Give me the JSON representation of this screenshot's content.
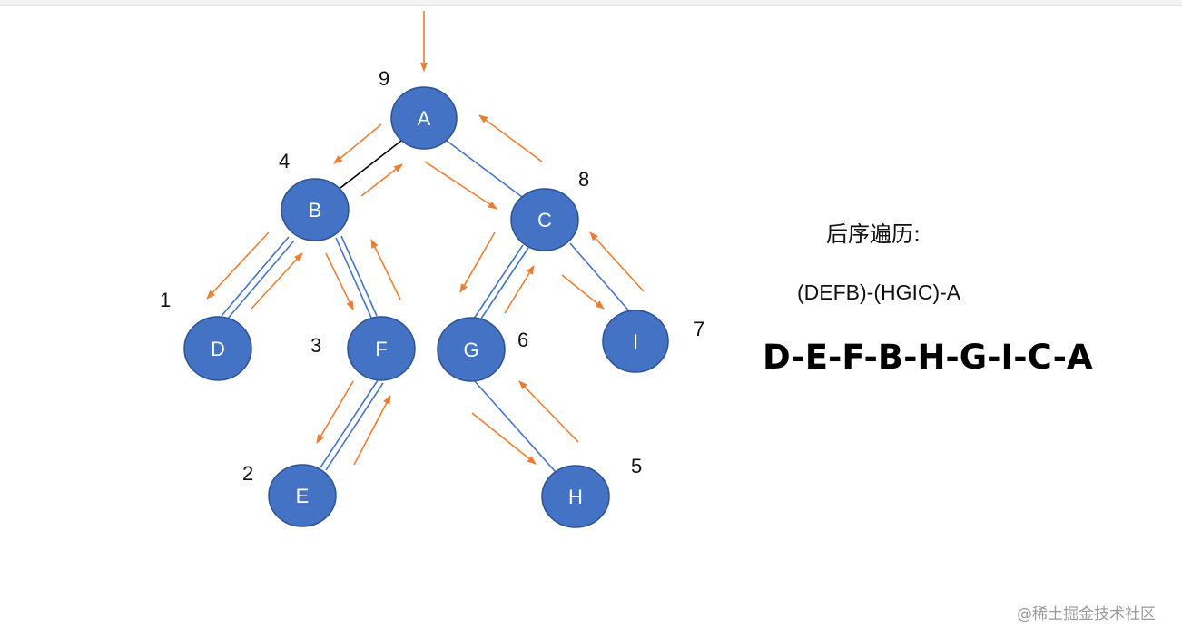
{
  "title": "后序遍历:",
  "grouped_sequence": "(DEFB)-(HGIC)-A",
  "result_sequence": "D-E-F-B-H-G-I-C-A",
  "watermark": "@稀土掘金技术社区",
  "colors": {
    "node_fill": "#4472C4",
    "edge": "#4472C4",
    "arrow": "#ED7D31",
    "root_left_edge": "#000000"
  },
  "tree": {
    "nodes": [
      {
        "id": "A",
        "label": "A",
        "order": "9"
      },
      {
        "id": "B",
        "label": "B",
        "order": "4"
      },
      {
        "id": "C",
        "label": "C",
        "order": "8"
      },
      {
        "id": "D",
        "label": "D",
        "order": "1"
      },
      {
        "id": "F",
        "label": "F",
        "order": "3"
      },
      {
        "id": "G",
        "label": "G",
        "order": "6"
      },
      {
        "id": "I",
        "label": "I",
        "order": "7"
      },
      {
        "id": "E",
        "label": "E",
        "order": "2"
      },
      {
        "id": "H",
        "label": "H",
        "order": "5"
      }
    ],
    "edges": [
      {
        "from": "A",
        "to": "B"
      },
      {
        "from": "A",
        "to": "C"
      },
      {
        "from": "B",
        "to": "D"
      },
      {
        "from": "B",
        "to": "F"
      },
      {
        "from": "F",
        "to": "E"
      },
      {
        "from": "C",
        "to": "G"
      },
      {
        "from": "C",
        "to": "I"
      },
      {
        "from": "G",
        "to": "H"
      }
    ]
  }
}
